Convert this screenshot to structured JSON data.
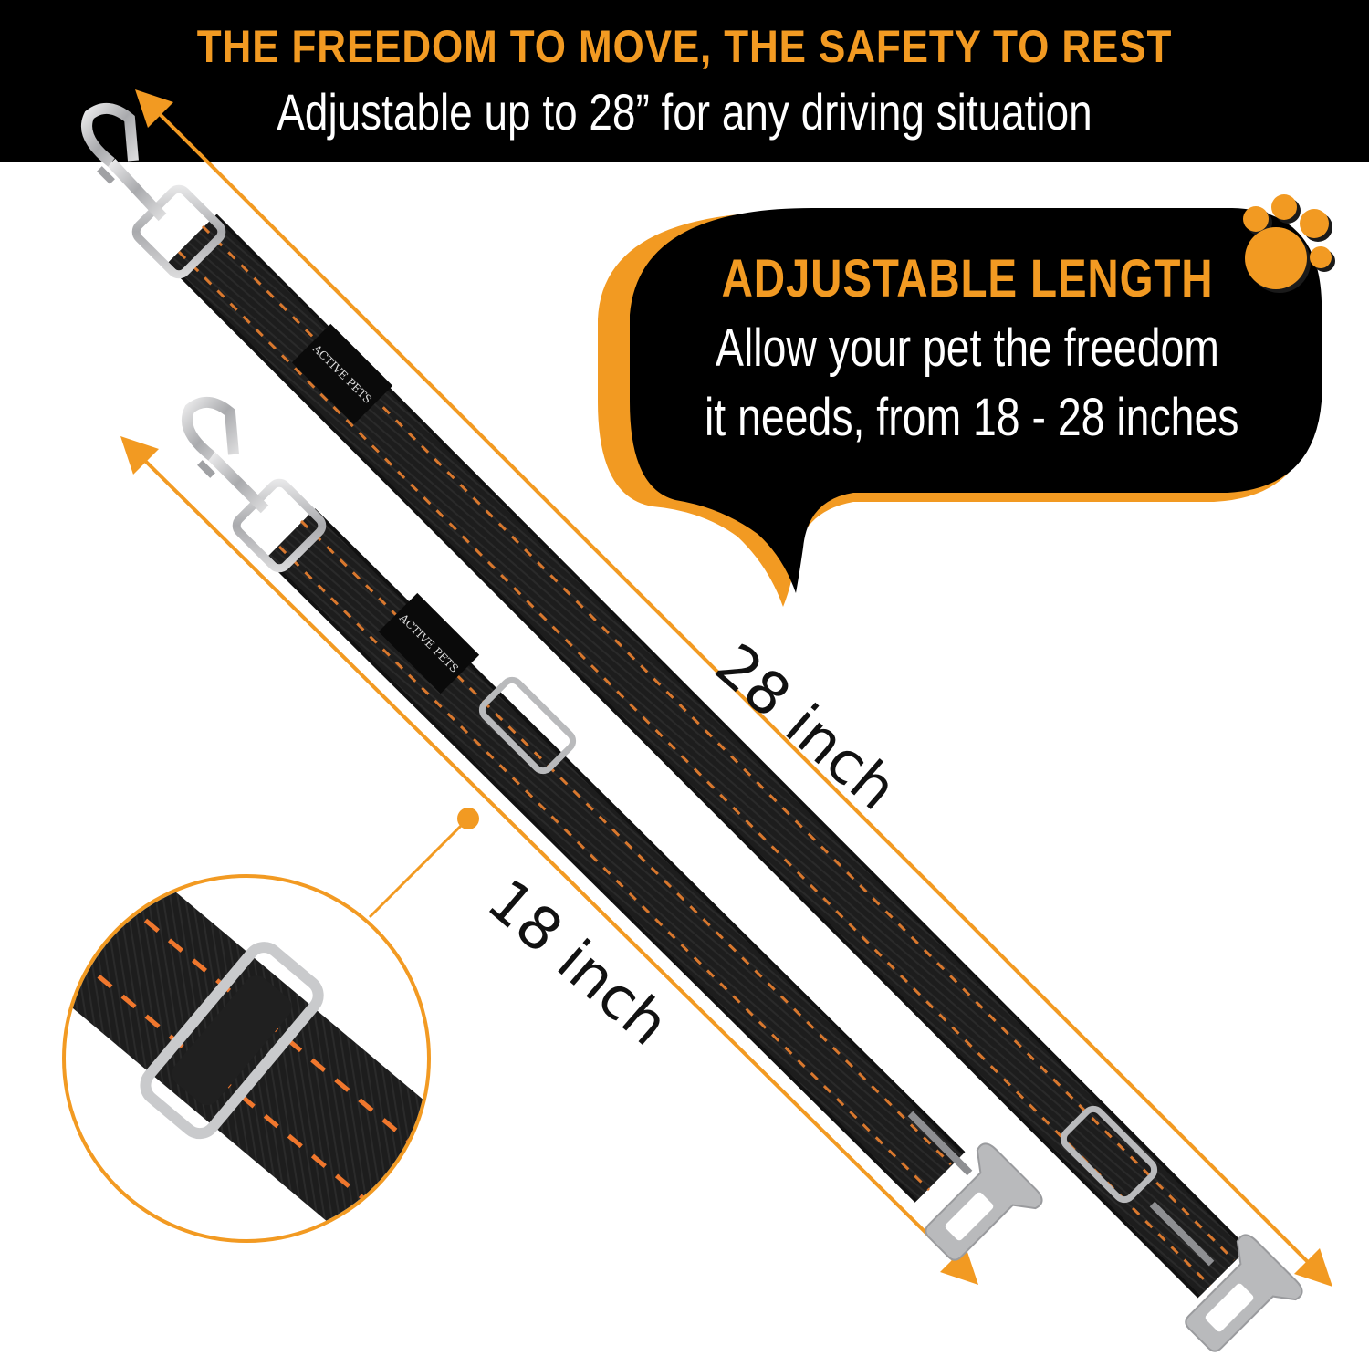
{
  "header": {
    "headline": "THE FREEDOM TO MOVE, THE SAFETY TO REST",
    "subheadline": "Adjustable up to 28” for any driving situation"
  },
  "callout": {
    "title": "ADJUSTABLE LENGTH",
    "line1": "Allow your pet the freedom",
    "line2": "it needs, from  18 - 28 inches",
    "icon": "paw-print-icon"
  },
  "dimensions": {
    "long_label": "28 inch",
    "short_label": "18 inch",
    "long_value_in": 28,
    "short_value_in": 18
  },
  "product": {
    "brand_tag": "ACTIVE PETS",
    "items": [
      {
        "name": "long-seatbelt-leash",
        "length_in": 28
      },
      {
        "name": "short-seatbelt-leash",
        "length_in": 18
      }
    ],
    "detail_inset": "adjuster-buckle-closeup"
  },
  "colors": {
    "accent_orange": "#f29a22",
    "strap_black": "#1c1c1c",
    "stitch_orange": "#d9782e",
    "metal_silver": "#b9babc",
    "background": "#ffffff",
    "band_black": "#000000"
  }
}
